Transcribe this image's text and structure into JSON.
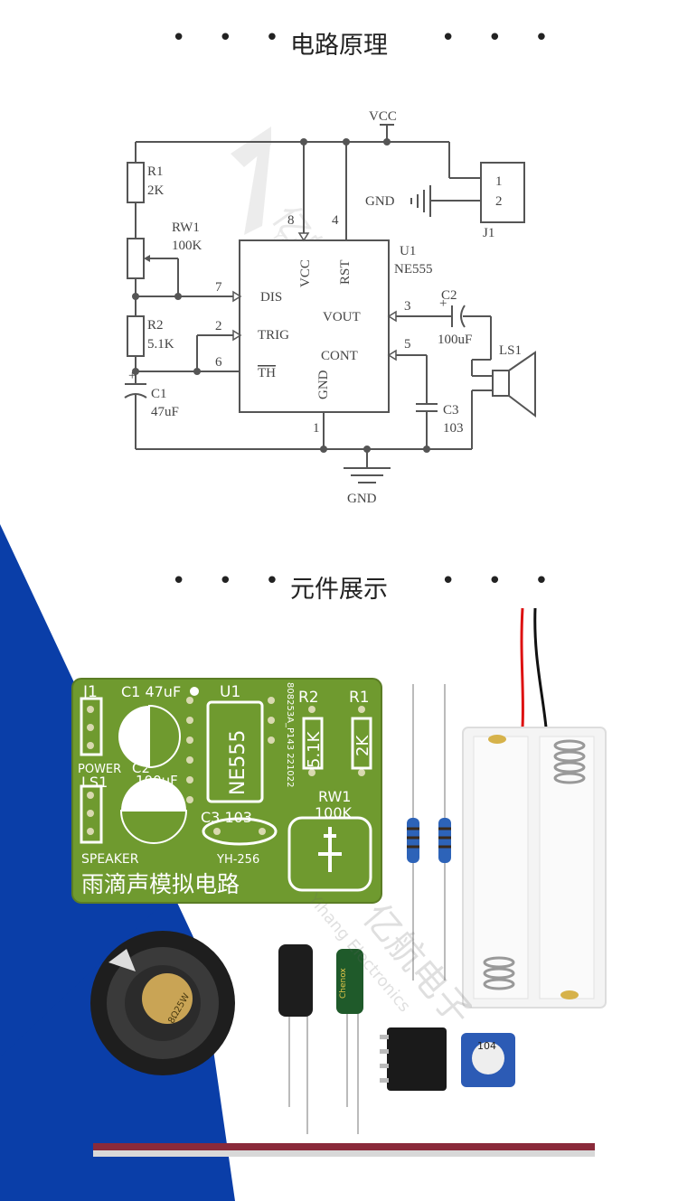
{
  "sections": {
    "schematic_title": "电路原理",
    "components_title": "元件展示",
    "dots": "• • •"
  },
  "schematic": {
    "vcc": "VCC",
    "gnd_top": "GND",
    "gnd_bottom": "GND",
    "r1_ref": "R1",
    "r1_val": "2K",
    "rw1_ref": "RW1",
    "rw1_val": "100K",
    "r2_ref": "R2",
    "r2_val": "5.1K",
    "c1_ref": "C1",
    "c1_val": "47uF",
    "c1_plus": "+",
    "c2_ref": "C2",
    "c2_val": "100uF",
    "c2_plus": "+",
    "c3_ref": "C3",
    "c3_val": "103",
    "u1_ref": "U1",
    "u1_val": "NE555",
    "j1_ref": "J1",
    "j1_pin1": "1",
    "j1_pin2": "2",
    "ls1_ref": "LS1",
    "pin_dis": "DIS",
    "pin_trig": "TRIG",
    "pin_th": "TH",
    "pin_vcc": "VCC",
    "pin_rst": "RST",
    "pin_vout": "VOUT",
    "pin_cont": "CONT",
    "pin_gnd": "GND",
    "pin7": "7",
    "pin2": "2",
    "pin6": "6",
    "pin8": "8",
    "pin4": "4",
    "pin3": "3",
    "pin5": "5",
    "pin1": "1"
  },
  "watermark": {
    "brand": "亿航电子",
    "brand_en": "Yihang Electronics"
  },
  "pcb": {
    "j1": "J1",
    "c1": "C1 47uF",
    "u1": "U1",
    "r2": "R2",
    "r1": "R1",
    "ne555": "NE555",
    "r2_val": "5.1K",
    "r1_val": "2K",
    "power": "POWER",
    "c2": "C2",
    "c2_val": "100uF",
    "ls1": "LS1",
    "c3": "C3 103",
    "rw1": "RW1",
    "rw1_val": "100K",
    "speaker": "SPEAKER",
    "yh": "YH-256",
    "side_code": "808253A_P143 221022",
    "title": "雨滴声模拟电路"
  },
  "parts": {
    "speaker_label": "8Ω25W",
    "cap_brand": "Chenox",
    "pot_label": "104"
  },
  "colors": {
    "pcb_green": "#6f9a2f",
    "blue_band": "#0a3ea8",
    "text": "#222222"
  }
}
